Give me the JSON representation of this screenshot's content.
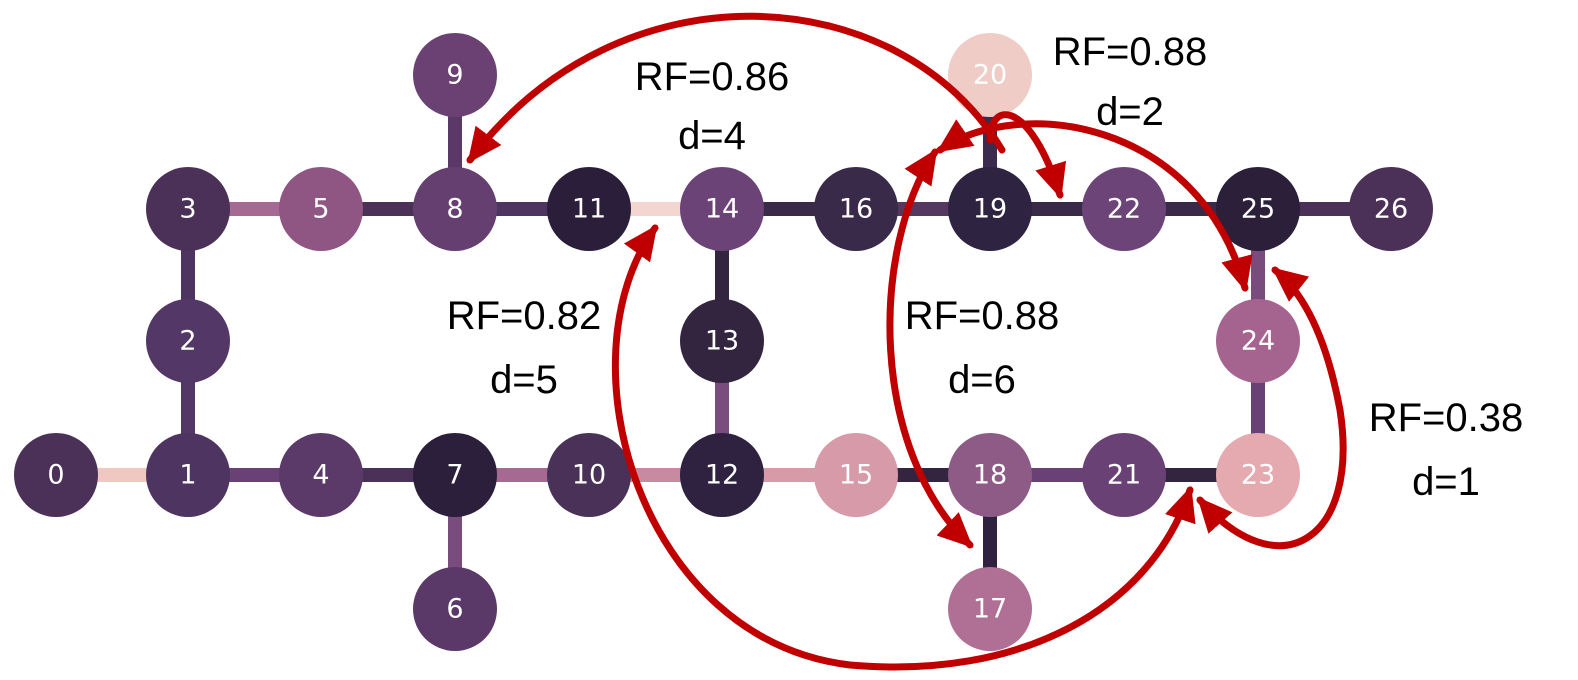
{
  "nodes": [
    {
      "id": "0",
      "color": "#4b3158",
      "text_color": "#ffffff"
    },
    {
      "id": "1",
      "color": "#4e3460",
      "text_color": "#ffffff"
    },
    {
      "id": "2",
      "color": "#533766",
      "text_color": "#ffffff"
    },
    {
      "id": "3",
      "color": "#4b3158",
      "text_color": "#ffffff"
    },
    {
      "id": "4",
      "color": "#5b3a69",
      "text_color": "#ffffff"
    },
    {
      "id": "5",
      "color": "#8f5683",
      "text_color": "#ffffff"
    },
    {
      "id": "6",
      "color": "#5a3867",
      "text_color": "#ffffff"
    },
    {
      "id": "7",
      "color": "#2b1f3c",
      "text_color": "#ffffff"
    },
    {
      "id": "8",
      "color": "#653f70",
      "text_color": "#ffffff"
    },
    {
      "id": "9",
      "color": "#6b4174",
      "text_color": "#ffffff"
    },
    {
      "id": "10",
      "color": "#4a3157",
      "text_color": "#ffffff"
    },
    {
      "id": "11",
      "color": "#2a1e3a",
      "text_color": "#ffffff"
    },
    {
      "id": "12",
      "color": "#2e2240",
      "text_color": "#ffffff"
    },
    {
      "id": "13",
      "color": "#33243f",
      "text_color": "#ffffff"
    },
    {
      "id": "14",
      "color": "#6c4376",
      "text_color": "#ffffff"
    },
    {
      "id": "15",
      "color": "#d69aa8",
      "text_color": "#ffffff"
    },
    {
      "id": "16",
      "color": "#3a2a4a",
      "text_color": "#ffffff"
    },
    {
      "id": "17",
      "color": "#b06f94",
      "text_color": "#ffffff"
    },
    {
      "id": "18",
      "color": "#8e5a86",
      "text_color": "#ffffff"
    },
    {
      "id": "19",
      "color": "#2f2342",
      "text_color": "#ffffff"
    },
    {
      "id": "20",
      "color": "#efccc6",
      "text_color": "#ffffff"
    },
    {
      "id": "21",
      "color": "#6a4174",
      "text_color": "#ffffff"
    },
    {
      "id": "22",
      "color": "#6d4477",
      "text_color": "#ffffff"
    },
    {
      "id": "23",
      "color": "#e4aab0",
      "text_color": "#ffffff"
    },
    {
      "id": "24",
      "color": "#a5648f",
      "text_color": "#ffffff"
    },
    {
      "id": "25",
      "color": "#2b1f3a",
      "text_color": "#ffffff"
    },
    {
      "id": "26",
      "color": "#4b3158",
      "text_color": "#ffffff"
    }
  ],
  "edges": [
    {
      "from": "0",
      "to": "1",
      "color": "#efc8c2"
    },
    {
      "from": "1",
      "to": "2",
      "color": "#533766"
    },
    {
      "from": "2",
      "to": "3",
      "color": "#4e3460"
    },
    {
      "from": "3",
      "to": "5",
      "color": "#a66a92"
    },
    {
      "from": "5",
      "to": "8",
      "color": "#4b3158"
    },
    {
      "from": "8",
      "to": "9",
      "color": "#5a3868"
    },
    {
      "from": "8",
      "to": "11",
      "color": "#4e3460"
    },
    {
      "from": "11",
      "to": "14",
      "color": "#f3d6d0"
    },
    {
      "from": "14",
      "to": "16",
      "color": "#3a2a4a"
    },
    {
      "from": "16",
      "to": "19",
      "color": "#55385f"
    },
    {
      "from": "19",
      "to": "20",
      "color": "#3b2b4c"
    },
    {
      "from": "19",
      "to": "22",
      "color": "#3a2a4a"
    },
    {
      "from": "22",
      "to": "25",
      "color": "#3a2a4a"
    },
    {
      "from": "25",
      "to": "26",
      "color": "#4b3158"
    },
    {
      "from": "25",
      "to": "24",
      "color": "#7a4c7e"
    },
    {
      "from": "24",
      "to": "23",
      "color": "#6a4174"
    },
    {
      "from": "23",
      "to": "21",
      "color": "#33243f"
    },
    {
      "from": "21",
      "to": "18",
      "color": "#6a4174"
    },
    {
      "from": "18",
      "to": "17",
      "color": "#2e2240"
    },
    {
      "from": "18",
      "to": "15",
      "color": "#33243f"
    },
    {
      "from": "15",
      "to": "12",
      "color": "#d69aa8"
    },
    {
      "from": "12",
      "to": "13",
      "color": "#7a4c7e"
    },
    {
      "from": "13",
      "to": "14",
      "color": "#33243f"
    },
    {
      "from": "12",
      "to": "10",
      "color": "#c88aa0"
    },
    {
      "from": "10",
      "to": "7",
      "color": "#a66a92"
    },
    {
      "from": "7",
      "to": "6",
      "color": "#7a4c7e"
    },
    {
      "from": "7",
      "to": "4",
      "color": "#4b3158"
    },
    {
      "from": "4",
      "to": "1",
      "color": "#6a4174"
    }
  ],
  "annotations": [
    {
      "rf": "RF=0.86",
      "d": "d=4"
    },
    {
      "rf": "RF=0.88",
      "d": "d=2"
    },
    {
      "rf": "RF=0.82",
      "d": "d=5"
    },
    {
      "rf": "RF=0.88",
      "d": "d=6"
    },
    {
      "rf": "RF=0.38",
      "d": "d=1"
    }
  ],
  "arrow_color": "#c00000"
}
